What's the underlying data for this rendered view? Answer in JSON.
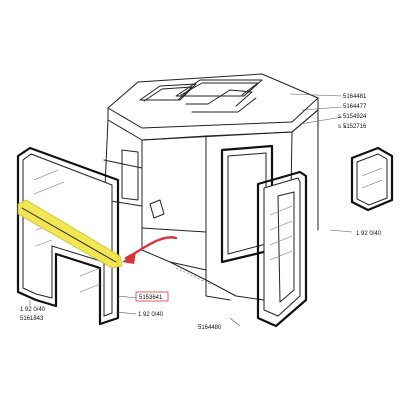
{
  "colors": {
    "highlight": "#f2e64a",
    "arrow": "#d8343a",
    "callout_box": "#d8343a",
    "ink": "#222222"
  },
  "part_numbers": {
    "p5164481": "5164481",
    "p5164477": "5164477",
    "p5154924": "5154924",
    "p5152716": "5152716",
    "s_prefix": "s",
    "p1920_40_right": "1 92 0/40",
    "p5153641": "5153641",
    "p1920_40_bottom": "1 92 0/40",
    "p5164480": "5164480",
    "p1920_40_left": "1 92 0/40",
    "p5161843": "5161843"
  }
}
